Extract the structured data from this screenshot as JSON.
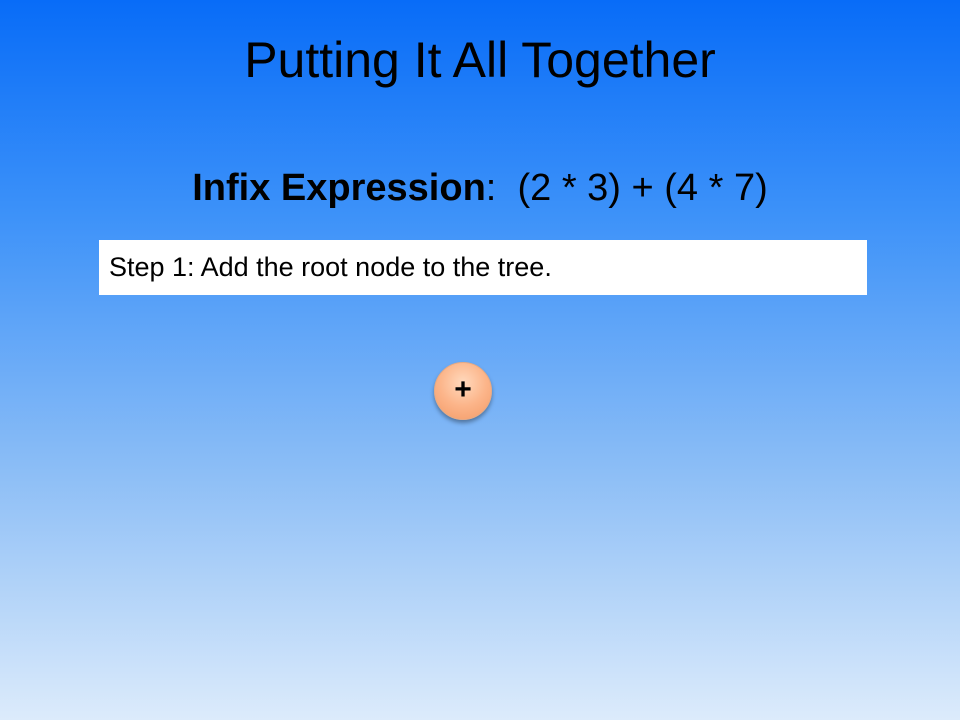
{
  "slide": {
    "title": "Putting It All Together",
    "expression_label": "Infix Expression",
    "expression_separator": ":  ",
    "expression_value": "(2 * 3) + (4 * 7)",
    "step_text": "Step 1: Add the root node to the tree."
  },
  "tree": {
    "root": {
      "label": "+"
    }
  },
  "colors": {
    "background_top": "#086cf8",
    "background_bottom": "#dcebfb",
    "node_fill": "#fcb58a"
  }
}
